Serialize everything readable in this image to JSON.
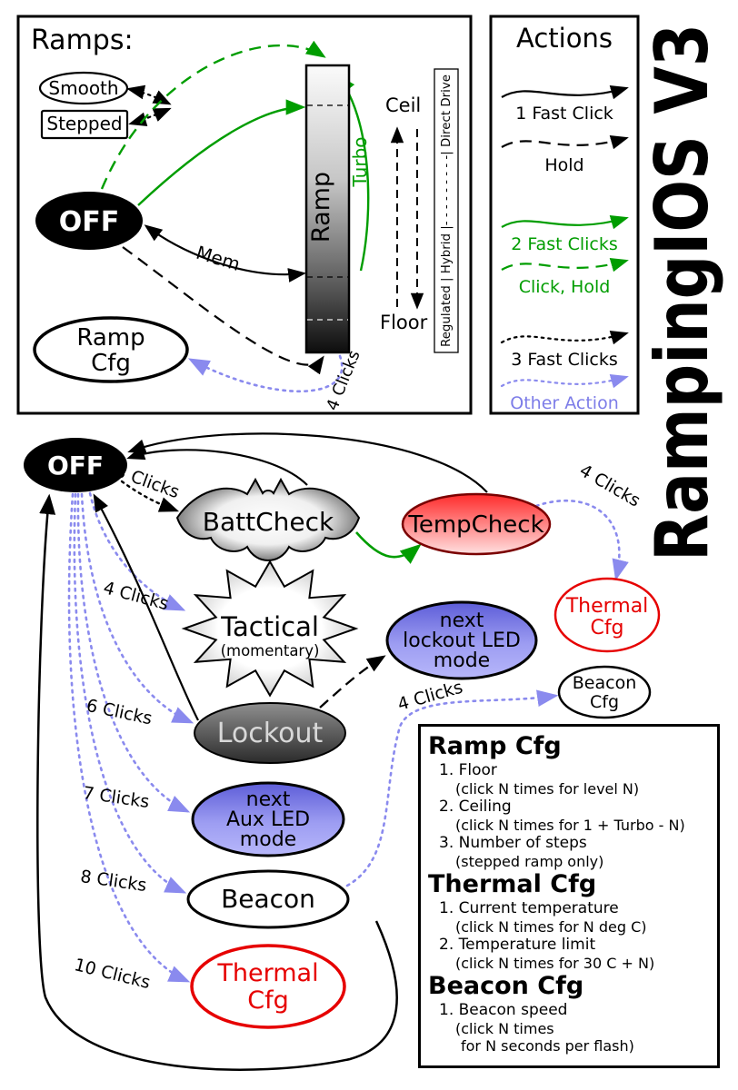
{
  "page_title": "RampingIOS V3",
  "colors": {
    "green": "#009d00",
    "action_blue": "#8a8aee",
    "red": "#e60000",
    "state_blue": "#8d8df0",
    "black": "#000000"
  },
  "ramps": {
    "title": "Ramps:",
    "smooth": "Smooth",
    "stepped": "Stepped",
    "off": "OFF",
    "ramp_bar": "Ramp",
    "ceil": "Ceil",
    "floor": "Floor",
    "turbo": "Turbo",
    "mem": "Mem",
    "four_clicks": "4 Clicks",
    "drive_scale": "Regulated | Hybrid |- - - - - - - - -| Direct Drive",
    "ramp_cfg": {
      "line1": "Ramp",
      "line2": "Cfg"
    }
  },
  "actions": {
    "title": "Actions",
    "items": [
      {
        "label": "1 Fast Click"
      },
      {
        "label": "Hold"
      },
      {
        "label": "2 Fast Clicks"
      },
      {
        "label": "Click, Hold"
      },
      {
        "label": "3 Fast Clicks"
      },
      {
        "label": "Other Action"
      }
    ]
  },
  "states": {
    "off": "OFF",
    "battcheck": "BattCheck",
    "tempcheck": "TempCheck",
    "thermal_cfg_top": {
      "line1": "Thermal",
      "line2": "Cfg"
    },
    "tactical": {
      "line1": "Tactical",
      "line2": "(momentary)"
    },
    "next_lockout": {
      "line1": "next",
      "line2": "lockout LED",
      "line3": "mode"
    },
    "beacon_cfg": {
      "line1": "Beacon",
      "line2": "Cfg"
    },
    "lockout": "Lockout",
    "next_aux": {
      "line1": "next",
      "line2": "Aux LED",
      "line3": "mode"
    },
    "beacon": "Beacon",
    "thermal_cfg_bottom": {
      "line1": "Thermal",
      "line2": "Cfg"
    }
  },
  "edges": {
    "clicks3": "3 Clicks",
    "clicks4_tactical": "4 Clicks",
    "clicks6": "6 Clicks",
    "clicks7": "7 Clicks",
    "clicks8": "8 Clicks",
    "clicks10": "10 Clicks",
    "clicks4_thermal": "4 Clicks",
    "clicks4_beacon": "4 Clicks"
  },
  "config": {
    "sections": [
      {
        "heading": "Ramp Cfg",
        "items": [
          {
            "title": "1. Floor",
            "sub": "(click N times for level N)"
          },
          {
            "title": "2. Ceiling",
            "sub": "(click N times for 1 + Turbo - N)"
          },
          {
            "title": "3. Number of steps",
            "sub": "(stepped ramp only)"
          }
        ]
      },
      {
        "heading": "Thermal Cfg",
        "items": [
          {
            "title": "1. Current temperature",
            "sub": "(click N times for N deg C)"
          },
          {
            "title": "2. Temperature limit",
            "sub": "(click N times for 30 C + N)"
          }
        ]
      },
      {
        "heading": "Beacon Cfg",
        "items": [
          {
            "title": "1. Beacon speed",
            "sub": "(click N times",
            "sub2": "for N seconds per flash)"
          }
        ]
      }
    ]
  }
}
